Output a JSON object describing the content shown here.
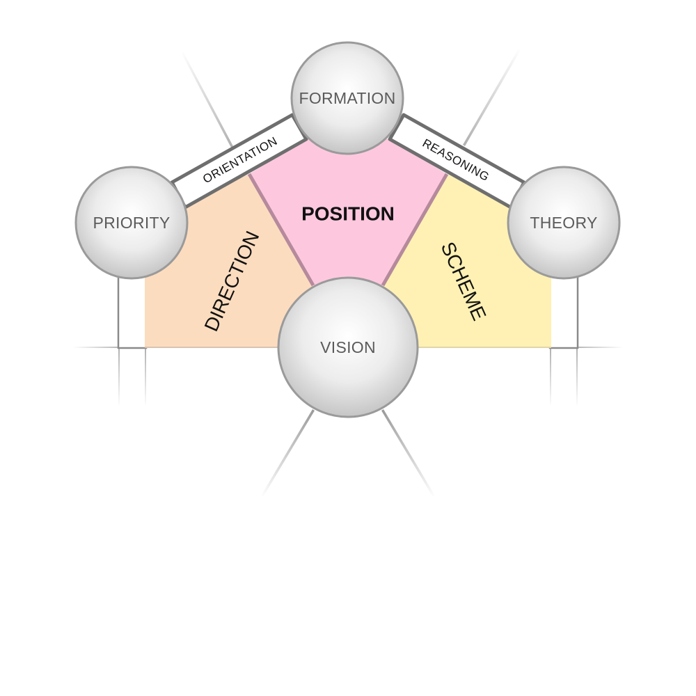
{
  "nodes": {
    "formation": "FORMATION",
    "priority": "PRIORITY",
    "theory": "THEORY",
    "vision": "VISION"
  },
  "regions": {
    "center": "POSITION",
    "left": "DIRECTION",
    "right": "SCHEME"
  },
  "links": {
    "left": "ORIENTATION",
    "right": "REASONING"
  },
  "colors": {
    "center_fill": "#fdc8de",
    "left_fill": "#fcdcbf",
    "right_fill": "#fff1b4",
    "link_band": "#6e6e6e",
    "guide_line": "#cfcfcf",
    "node_light": "#ffffff",
    "node_dark": "#c4c4c4",
    "node_stroke": "#9a9a9a"
  }
}
